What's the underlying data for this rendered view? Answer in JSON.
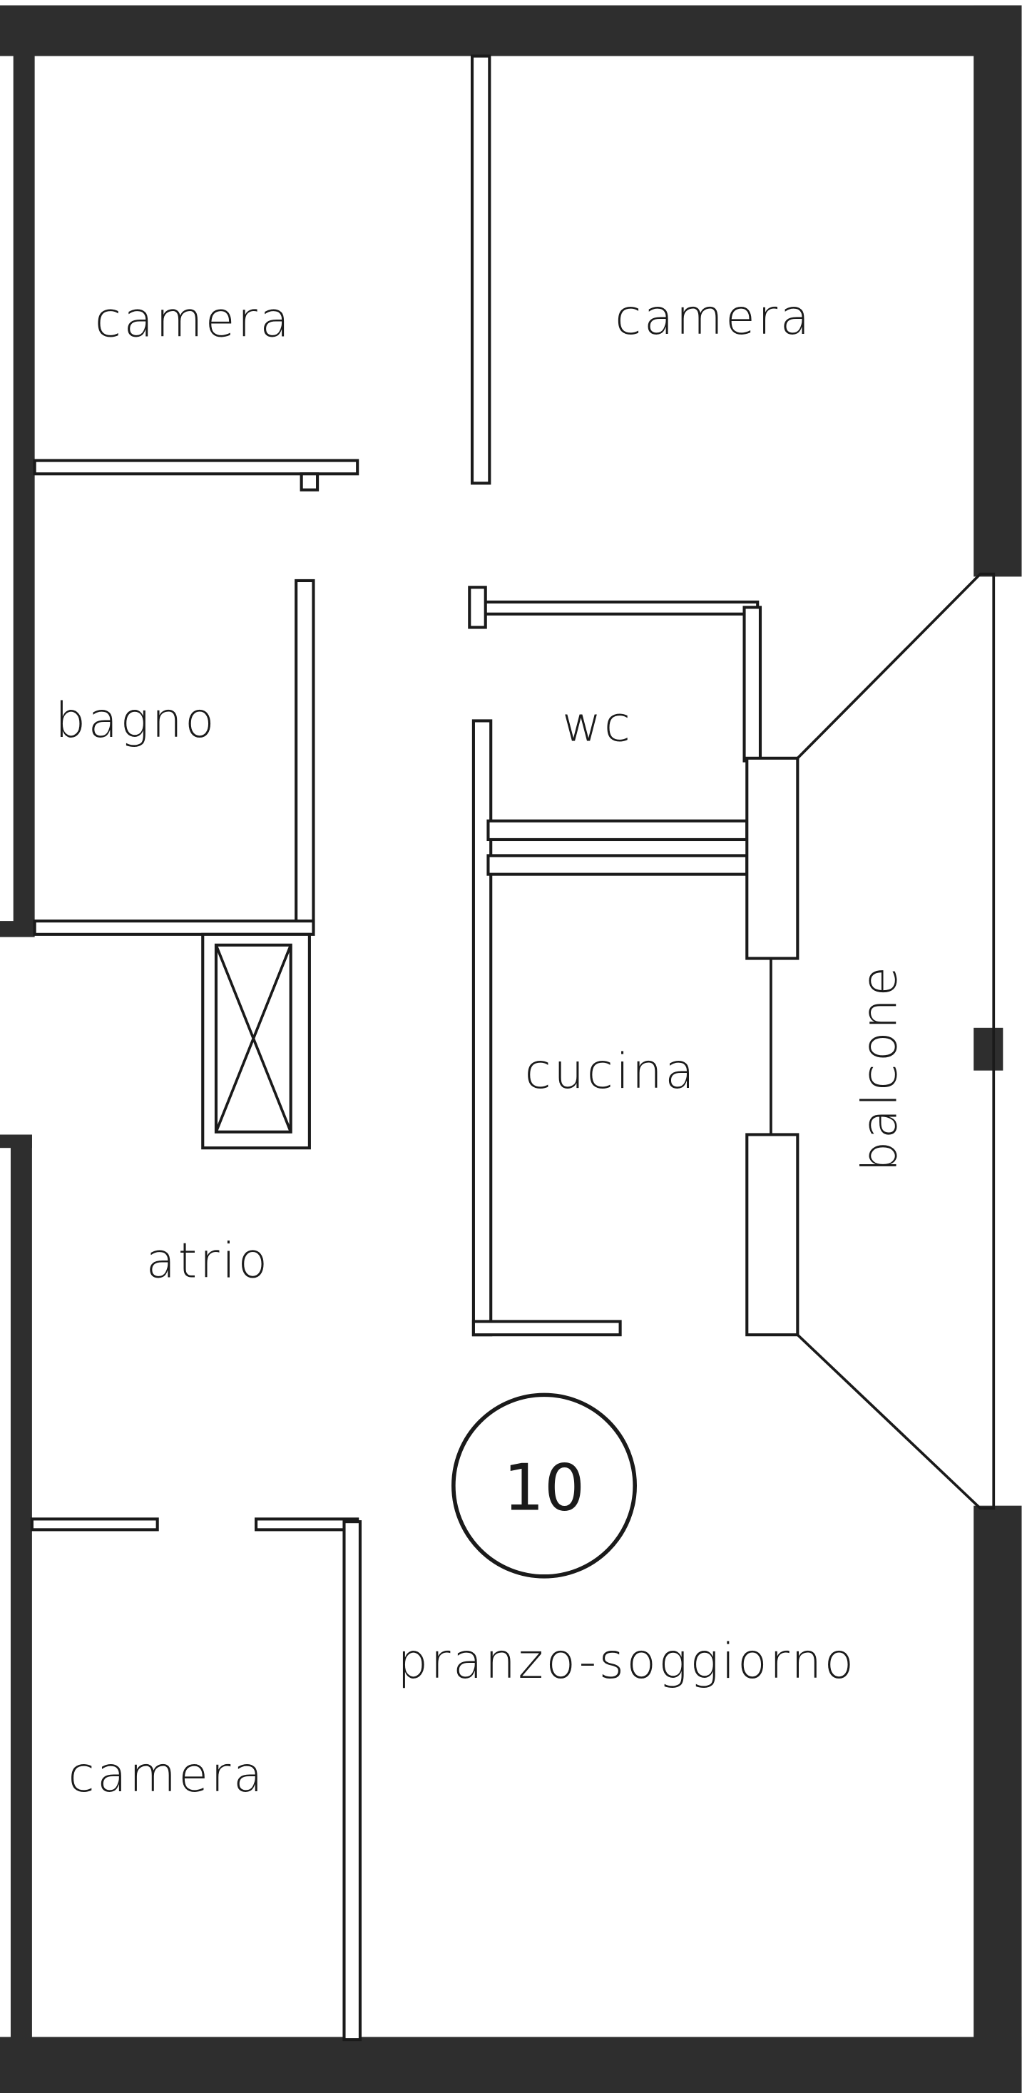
{
  "plan": {
    "unit_number": "10",
    "rooms": {
      "camera_top_left": "camera",
      "camera_top_right": "camera",
      "bagno": "bagno",
      "wc": "wc",
      "cucina": "cucina",
      "balcone": "balcone",
      "atrio": "atrio",
      "pranzo_soggiorno": "pranzo-soggiorno",
      "camera_bottom": "camera"
    },
    "colors": {
      "wall": "#2e2e2e",
      "line": "#1a1a1a",
      "background": "#ffffff"
    }
  }
}
